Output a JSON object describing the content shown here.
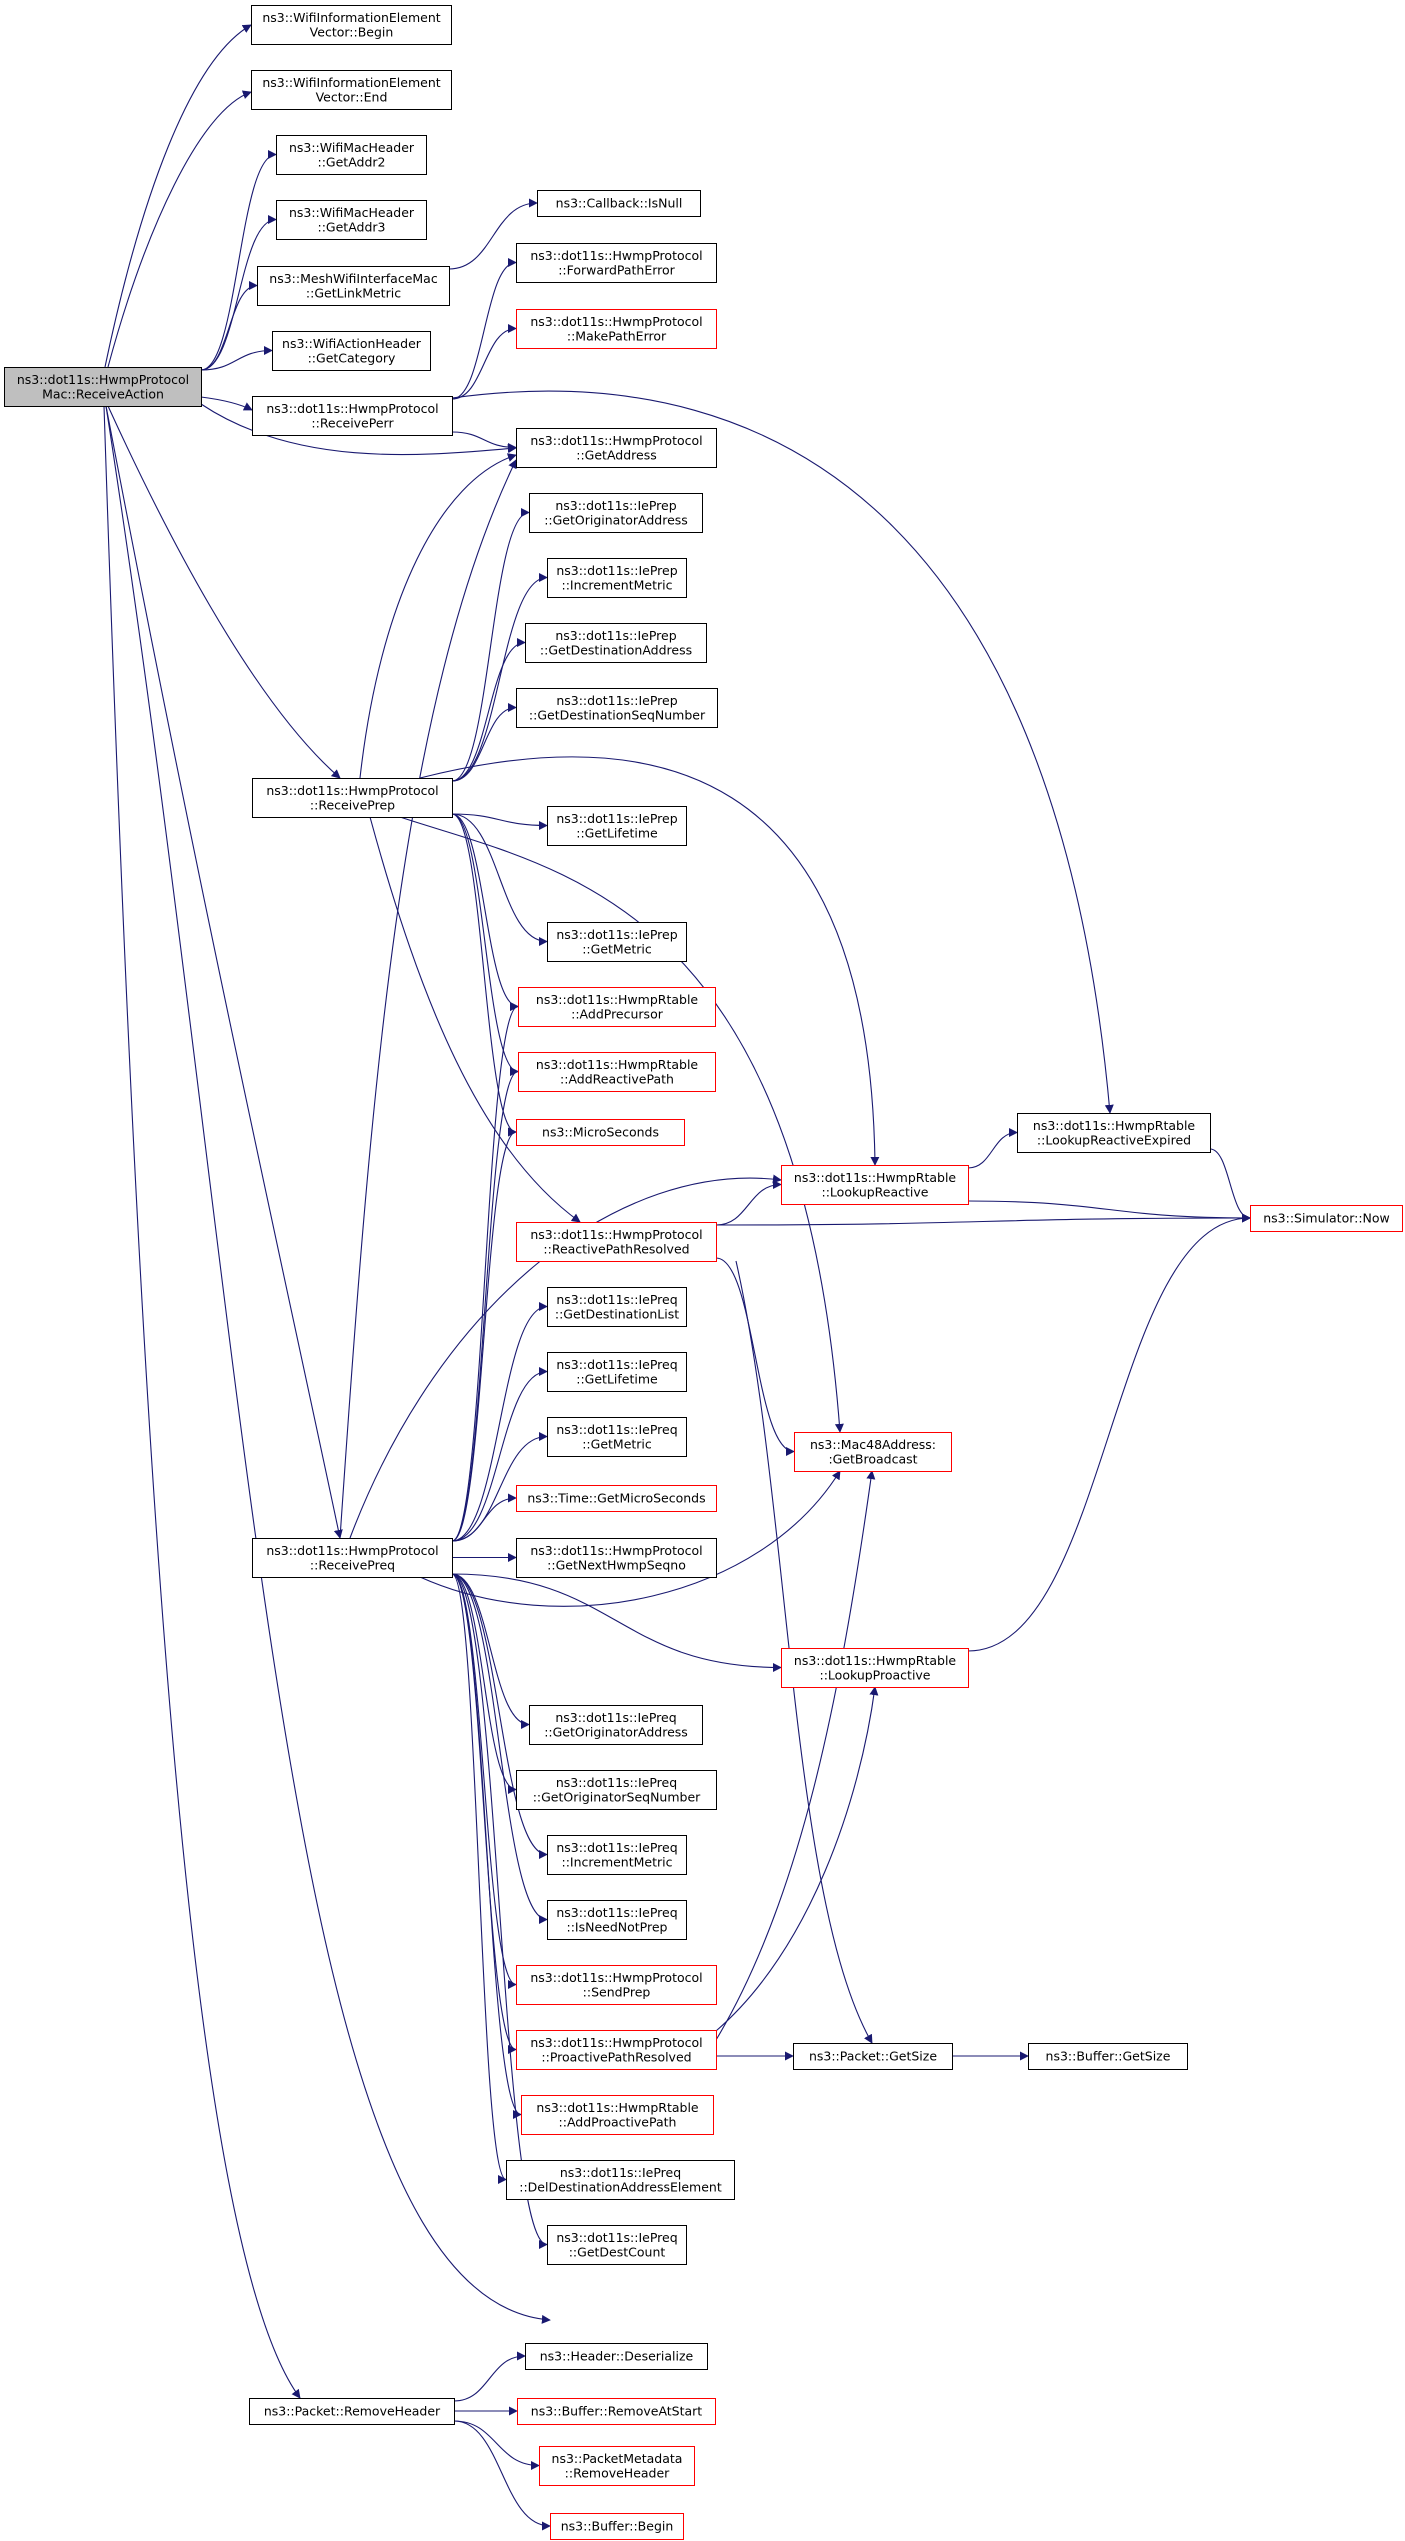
{
  "diagram_title": "",
  "colors": {
    "edge": "#191970",
    "normal_border": "#000000",
    "undocumented_border": "#ff0000",
    "root_fill": "#bfbfbf"
  },
  "nodes": [
    {
      "id": "root",
      "lines": [
        "ns3::dot11s::HwmpProtocol",
        "Mac::ReceiveAction"
      ],
      "style": "root"
    },
    {
      "id": "wieBegin",
      "lines": [
        "ns3::WifiInformationElement",
        "Vector::Begin"
      ],
      "style": "normal"
    },
    {
      "id": "wieEnd",
      "lines": [
        "ns3::WifiInformationElement",
        "Vector::End"
      ],
      "style": "normal"
    },
    {
      "id": "addr2",
      "lines": [
        "ns3::WifiMacHeader",
        "::GetAddr2"
      ],
      "style": "normal"
    },
    {
      "id": "addr3",
      "lines": [
        "ns3::WifiMacHeader",
        "::GetAddr3"
      ],
      "style": "normal"
    },
    {
      "id": "linkMetric",
      "lines": [
        "ns3::MeshWifiInterfaceMac",
        "::GetLinkMetric"
      ],
      "style": "normal"
    },
    {
      "id": "cbIsNull",
      "lines": [
        "ns3::Callback::IsNull"
      ],
      "style": "normal"
    },
    {
      "id": "fwdPathErr",
      "lines": [
        "ns3::dot11s::HwmpProtocol",
        "::ForwardPathError"
      ],
      "style": "normal"
    },
    {
      "id": "makePathErr",
      "lines": [
        "ns3::dot11s::HwmpProtocol",
        "::MakePathError"
      ],
      "style": "red"
    },
    {
      "id": "getCategory",
      "lines": [
        "ns3::WifiActionHeader",
        "::GetCategory"
      ],
      "style": "normal"
    },
    {
      "id": "receivePerr",
      "lines": [
        "ns3::dot11s::HwmpProtocol",
        "::ReceivePerr"
      ],
      "style": "normal"
    },
    {
      "id": "getAddress",
      "lines": [
        "ns3::dot11s::HwmpProtocol",
        "::GetAddress"
      ],
      "style": "normal"
    },
    {
      "id": "prepOrigAddr",
      "lines": [
        "ns3::dot11s::IePrep",
        "::GetOriginatorAddress"
      ],
      "style": "normal"
    },
    {
      "id": "prepIncMetric",
      "lines": [
        "ns3::dot11s::IePrep",
        "::IncrementMetric"
      ],
      "style": "normal"
    },
    {
      "id": "prepDestAddr",
      "lines": [
        "ns3::dot11s::IePrep",
        "::GetDestinationAddress"
      ],
      "style": "normal"
    },
    {
      "id": "prepDestSeq",
      "lines": [
        "ns3::dot11s::IePrep",
        "::GetDestinationSeqNumber"
      ],
      "style": "normal"
    },
    {
      "id": "receivePrep",
      "lines": [
        "ns3::dot11s::HwmpProtocol",
        "::ReceivePrep"
      ],
      "style": "normal"
    },
    {
      "id": "prepLifetime",
      "lines": [
        "ns3::dot11s::IePrep",
        "::GetLifetime"
      ],
      "style": "normal"
    },
    {
      "id": "prepMetric",
      "lines": [
        "ns3::dot11s::IePrep",
        "::GetMetric"
      ],
      "style": "normal"
    },
    {
      "id": "addPrecursor",
      "lines": [
        "ns3::dot11s::HwmpRtable",
        "::AddPrecursor"
      ],
      "style": "red"
    },
    {
      "id": "addReactive",
      "lines": [
        "ns3::dot11s::HwmpRtable",
        "::AddReactivePath"
      ],
      "style": "red"
    },
    {
      "id": "microSeconds",
      "lines": [
        "ns3::MicroSeconds"
      ],
      "style": "red"
    },
    {
      "id": "lookupReactiveExpired",
      "lines": [
        "ns3::dot11s::HwmpRtable",
        "::LookupReactiveExpired"
      ],
      "style": "normal"
    },
    {
      "id": "lookupReactive",
      "lines": [
        "ns3::dot11s::HwmpRtable",
        "::LookupReactive"
      ],
      "style": "red"
    },
    {
      "id": "simNow",
      "lines": [
        "ns3::Simulator::Now"
      ],
      "style": "red"
    },
    {
      "id": "reactiveResolved",
      "lines": [
        "ns3::dot11s::HwmpProtocol",
        "::ReactivePathResolved"
      ],
      "style": "red"
    },
    {
      "id": "preqDestList",
      "lines": [
        "ns3::dot11s::IePreq",
        "::GetDestinationList"
      ],
      "style": "normal"
    },
    {
      "id": "preqLifetime",
      "lines": [
        "ns3::dot11s::IePreq",
        "::GetLifetime"
      ],
      "style": "normal"
    },
    {
      "id": "preqMetric",
      "lines": [
        "ns3::dot11s::IePreq",
        "::GetMetric"
      ],
      "style": "normal"
    },
    {
      "id": "getBroadcast",
      "lines": [
        "ns3::Mac48Address:",
        ":GetBroadcast"
      ],
      "style": "red"
    },
    {
      "id": "getMicroSec",
      "lines": [
        "ns3::Time::GetMicroSeconds"
      ],
      "style": "red"
    },
    {
      "id": "receivePreq",
      "lines": [
        "ns3::dot11s::HwmpProtocol",
        "::ReceivePreq"
      ],
      "style": "normal"
    },
    {
      "id": "nextSeqno",
      "lines": [
        "ns3::dot11s::HwmpProtocol",
        "::GetNextHwmpSeqno"
      ],
      "style": "normal"
    },
    {
      "id": "lookupProactive",
      "lines": [
        "ns3::dot11s::HwmpRtable",
        "::LookupProactive"
      ],
      "style": "red"
    },
    {
      "id": "preqOrigAddr",
      "lines": [
        "ns3::dot11s::IePreq",
        "::GetOriginatorAddress"
      ],
      "style": "normal"
    },
    {
      "id": "preqOrigSeq",
      "lines": [
        "ns3::dot11s::IePreq",
        "::GetOriginatorSeqNumber"
      ],
      "style": "normal"
    },
    {
      "id": "preqIncMetric",
      "lines": [
        "ns3::dot11s::IePreq",
        "::IncrementMetric"
      ],
      "style": "normal"
    },
    {
      "id": "preqNeedNotPrep",
      "lines": [
        "ns3::dot11s::IePreq",
        "::IsNeedNotPrep"
      ],
      "style": "normal"
    },
    {
      "id": "sendPrep",
      "lines": [
        "ns3::dot11s::HwmpProtocol",
        "::SendPrep"
      ],
      "style": "red"
    },
    {
      "id": "proactiveResolved",
      "lines": [
        "ns3::dot11s::HwmpProtocol",
        "::ProactivePathResolved"
      ],
      "style": "red"
    },
    {
      "id": "packetGetSize",
      "lines": [
        "ns3::Packet::GetSize"
      ],
      "style": "normal"
    },
    {
      "id": "bufferGetSize",
      "lines": [
        "ns3::Buffer::GetSize"
      ],
      "style": "normal"
    },
    {
      "id": "addProactive",
      "lines": [
        "ns3::dot11s::HwmpRtable",
        "::AddProactivePath"
      ],
      "style": "red"
    },
    {
      "id": "delDestAddrElem",
      "lines": [
        "ns3::dot11s::IePreq",
        "::DelDestinationAddressElement"
      ],
      "style": "normal"
    },
    {
      "id": "getDestCount",
      "lines": [
        "ns3::dot11s::IePreq",
        "::GetDestCount"
      ],
      "style": "normal"
    },
    {
      "id": "headerDeser",
      "lines": [
        "ns3::Header::Deserialize"
      ],
      "style": "normal"
    },
    {
      "id": "removeHeader",
      "lines": [
        "ns3::Packet::RemoveHeader"
      ],
      "style": "normal"
    },
    {
      "id": "removeAtStart",
      "lines": [
        "ns3::Buffer::RemoveAtStart"
      ],
      "style": "red"
    },
    {
      "id": "pmRemoveHeader",
      "lines": [
        "ns3::PacketMetadata",
        "::RemoveHeader"
      ],
      "style": "red"
    },
    {
      "id": "bufferBegin",
      "lines": [
        "ns3::Buffer::Begin"
      ],
      "style": "red"
    }
  ],
  "edges": [
    [
      "root",
      "wieBegin"
    ],
    [
      "root",
      "wieEnd"
    ],
    [
      "root",
      "addr2"
    ],
    [
      "root",
      "addr3"
    ],
    [
      "root",
      "linkMetric"
    ],
    [
      "root",
      "getCategory"
    ],
    [
      "root",
      "receivePerr"
    ],
    [
      "root",
      "getAddress"
    ],
    [
      "root",
      "receivePrep"
    ],
    [
      "root",
      "receivePreq"
    ],
    [
      "root",
      "packetGetSize"
    ],
    [
      "root",
      "removeHeader"
    ],
    [
      "linkMetric",
      "cbIsNull"
    ],
    [
      "receivePerr",
      "fwdPathErr"
    ],
    [
      "receivePerr",
      "makePathErr"
    ],
    [
      "receivePerr",
      "getAddress"
    ],
    [
      "receivePerr",
      "lookupReactiveExpired"
    ],
    [
      "receivePrep",
      "getAddress"
    ],
    [
      "receivePrep",
      "prepOrigAddr"
    ],
    [
      "receivePrep",
      "prepIncMetric"
    ],
    [
      "receivePrep",
      "prepDestAddr"
    ],
    [
      "receivePrep",
      "prepDestSeq"
    ],
    [
      "receivePrep",
      "lookupReactive"
    ],
    [
      "receivePrep",
      "prepLifetime"
    ],
    [
      "receivePrep",
      "getBroadcast"
    ],
    [
      "receivePrep",
      "prepMetric"
    ],
    [
      "receivePrep",
      "addPrecursor"
    ],
    [
      "receivePrep",
      "addReactive"
    ],
    [
      "receivePrep",
      "microSeconds"
    ],
    [
      "receivePrep",
      "reactiveResolved"
    ],
    [
      "lookupReactiveExpired",
      "simNow"
    ],
    [
      "lookupReactive",
      "lookupReactiveExpired"
    ],
    [
      "lookupReactive",
      "simNow"
    ],
    [
      "reactiveResolved",
      "lookupReactive"
    ],
    [
      "reactiveResolved",
      "simNow"
    ],
    [
      "reactiveResolved",
      "getBroadcast"
    ],
    [
      "reactiveResolved",
      "packetGetSize"
    ],
    [
      "receivePreq",
      "getAddress"
    ],
    [
      "receivePreq",
      "addPrecursor"
    ],
    [
      "receivePreq",
      "addReactive"
    ],
    [
      "receivePreq",
      "microSeconds"
    ],
    [
      "receivePreq",
      "lookupReactive"
    ],
    [
      "receivePreq",
      "preqDestList"
    ],
    [
      "receivePreq",
      "preqLifetime"
    ],
    [
      "receivePreq",
      "preqMetric"
    ],
    [
      "receivePreq",
      "getMicroSec"
    ],
    [
      "receivePreq",
      "nextSeqno"
    ],
    [
      "receivePreq",
      "getBroadcast"
    ],
    [
      "receivePreq",
      "lookupProactive"
    ],
    [
      "receivePreq",
      "preqOrigAddr"
    ],
    [
      "receivePreq",
      "preqOrigSeq"
    ],
    [
      "receivePreq",
      "preqIncMetric"
    ],
    [
      "receivePreq",
      "preqNeedNotPrep"
    ],
    [
      "receivePreq",
      "sendPrep"
    ],
    [
      "receivePreq",
      "proactiveResolved"
    ],
    [
      "receivePreq",
      "addProactive"
    ],
    [
      "receivePreq",
      "delDestAddrElem"
    ],
    [
      "receivePreq",
      "getDestCount"
    ],
    [
      "lookupProactive",
      "simNow"
    ],
    [
      "proactiveResolved",
      "lookupProactive"
    ],
    [
      "proactiveResolved",
      "getBroadcast"
    ],
    [
      "proactiveResolved",
      "packetGetSize"
    ],
    [
      "packetGetSize",
      "bufferGetSize"
    ],
    [
      "removeHeader",
      "headerDeser"
    ],
    [
      "removeHeader",
      "removeAtStart"
    ],
    [
      "removeHeader",
      "pmRemoveHeader"
    ],
    [
      "removeHeader",
      "bufferBegin"
    ]
  ]
}
